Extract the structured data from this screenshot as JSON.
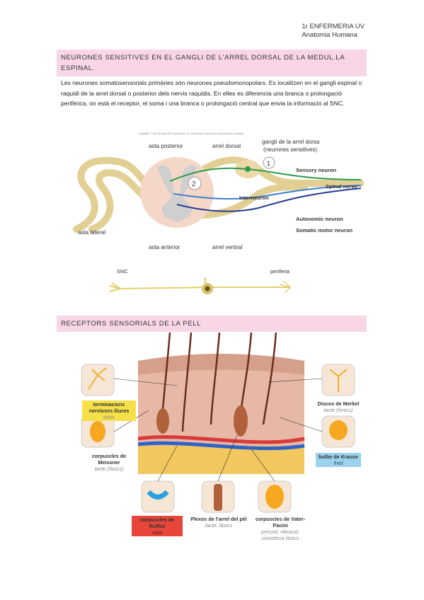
{
  "header": {
    "line1": "1r ENFERMERIA UV",
    "line2": "Anatomia Humana"
  },
  "section1": {
    "title": "NEURONES SENSITIVES EN EL GANGLI DE L'ARREL DORSAL DE LA MEDUL.LA ESPINAL.",
    "paragraph": "Les neurones somatosensorials primàries són neurones pseudomonopolars. Es localitzen en el gangli espinal o raquidi de la arrel dorsal o posterior dels nervis raquidis. En elles es diferencia una branca o prolongació perifèrica, on està el receptor, el soma i una branca o prolongació central que envia la informació al SNC."
  },
  "spinal_figure": {
    "copyright": "Copyright © The McGraw-Hill Companies, Inc. Permission required for reproduction or display.",
    "labels": {
      "asta_posterior": "asta posterior",
      "arrel_dorsal": "arrel dorsal",
      "gangli_line1": "gangli de la arrel dorsa",
      "gangli_line2": "(neurones sensitives)",
      "sensory": "Sensory neuron",
      "spinal_nerve": "Spinal nerve",
      "interneuron": "Interneuron",
      "autonomic": "Autonomic neuron",
      "somatic": "Somatic motor neuron",
      "asta_lateral": "asta lateral",
      "asta_anterior": "asta anterior",
      "arrel_ventral": "arrel ventral",
      "num1": "1",
      "num2": "2"
    }
  },
  "neuron_figure": {
    "snc": "SNC",
    "periferia": "periferia"
  },
  "section2": {
    "title": "RECEPTORS SENSORIALS DE LA PELL"
  },
  "skin_figure": {
    "receptors": [
      {
        "title": "terminacions nervioses lliures",
        "sub": "dolor",
        "bg": "#f6e04a"
      },
      {
        "title": "corpuscles de Meissner",
        "sub": "tacte (fàsics)",
        "bg": "#ffffff"
      },
      {
        "title": "corpuscles de Ruffini",
        "sub": "calor",
        "bg": "#e8463a"
      },
      {
        "title": "Plexos de l'arrel del pèl",
        "sub": "tacte, fàsics",
        "bg": "#ffffff"
      },
      {
        "title": "corpuscles de Vater-Pacini",
        "sub": "pressió, vibració, cinestèsia fàsics",
        "bg": "#ffffff"
      },
      {
        "title": "Discos de Merkel",
        "sub": "tacte (tònics)",
        "bg": "#ffffff"
      },
      {
        "title": "bulbe de Krause",
        "sub": "fred",
        "bg": "#9bd3ee"
      }
    ]
  }
}
